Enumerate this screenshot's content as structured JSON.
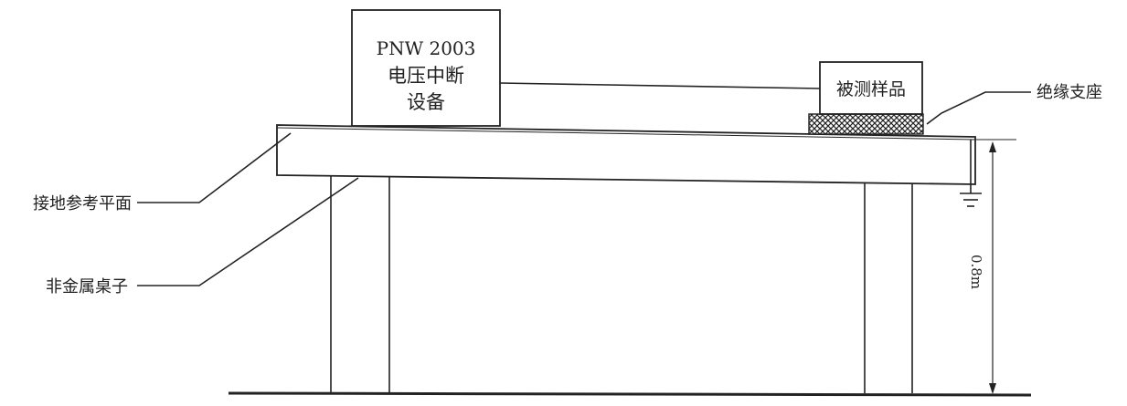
{
  "device": {
    "line1": "PNW 2003",
    "line2": "电压中断",
    "line3": "设备"
  },
  "sample": {
    "label": "被测样品"
  },
  "labels": {
    "insulation_support": "绝缘支座",
    "ground_reference_plane": "接地参考平面",
    "non_metal_table": "非金属桌子"
  },
  "dimension": {
    "height": "0.8m"
  },
  "colors": {
    "line": "#222222",
    "background": "#ffffff"
  }
}
